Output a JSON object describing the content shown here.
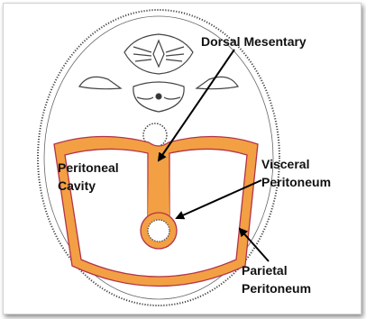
{
  "figure": {
    "labels": {
      "dorsal_mesentary": "Dorsal Mesentary",
      "peritoneal_line1": "Peritoneal",
      "peritoneal_line2": "Cavity",
      "visceral_line1": "Visceral",
      "visceral_line2": "Peritoneum",
      "parietal_line1": "Parietal",
      "parietal_line2": "Peritoneum"
    },
    "colors": {
      "peritoneum_fill": "#f2a043",
      "peritoneum_edge": "#b3334a",
      "outline": "#333333",
      "arrow": "#000000"
    }
  }
}
